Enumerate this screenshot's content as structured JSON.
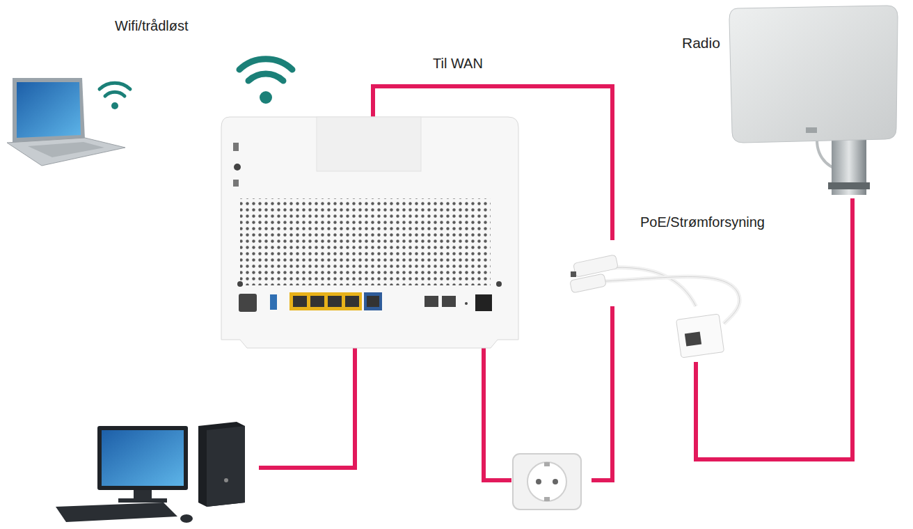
{
  "diagram": {
    "nodes": [
      {
        "text": [
          "Radio"
        ]
      },
      {
        "text": [
          "PoE/Strømforsyning"
        ]
      }
    ],
    "edges": [
      {
        "from": 1,
        "to": 0,
        "arrow": "none"
      }
    ],
    "labels": [
      "Wifi/trådløst",
      "Til WAN"
    ]
  }
}
